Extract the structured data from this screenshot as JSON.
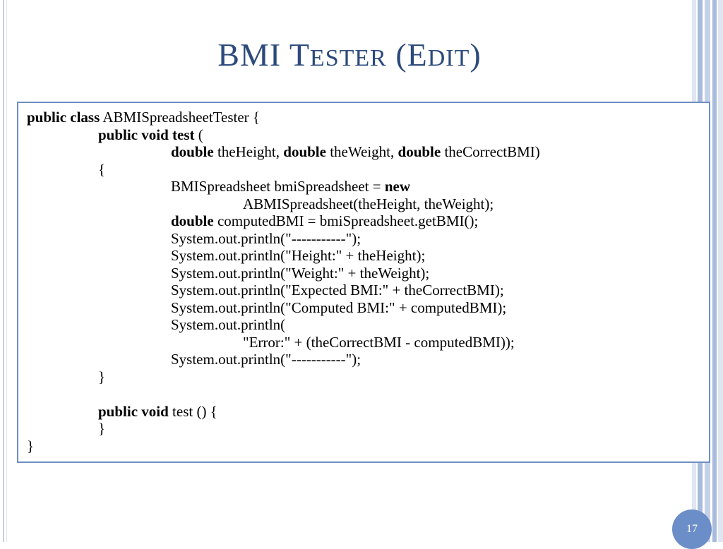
{
  "slide": {
    "title_parts": [
      "BMI T",
      "ESTER",
      " (E",
      "DIT",
      ")"
    ],
    "page_number": "17",
    "colors": {
      "title": "#2c4a7c",
      "border": "#6e8fc3",
      "badge": "#6b8dc8",
      "stripes": [
        "#c5d1e6",
        "#a9bbdc",
        "#dfe6f1"
      ]
    }
  },
  "code": {
    "lines": [
      {
        "indent": 0,
        "segments": [
          {
            "text": "public class",
            "bold": true
          },
          {
            "text": " ABMISpreadsheetTester {",
            "bold": false
          }
        ]
      },
      {
        "indent": 1,
        "segments": [
          {
            "text": "public void test",
            "bold": true
          },
          {
            "text": " (",
            "bold": false
          }
        ]
      },
      {
        "indent": 2,
        "segments": [
          {
            "text": "double",
            "bold": true
          },
          {
            "text": " theHeight, ",
            "bold": false
          },
          {
            "text": "double",
            "bold": true
          },
          {
            "text": " theWeight, ",
            "bold": false
          },
          {
            "text": "double",
            "bold": true
          },
          {
            "text": " theCorrectBMI)",
            "bold": false
          }
        ]
      },
      {
        "indent": 1,
        "segments": [
          {
            "text": "{",
            "bold": false
          }
        ]
      },
      {
        "indent": 2,
        "segments": [
          {
            "text": "BMISpreadsheet bmiSpreadsheet = ",
            "bold": false
          },
          {
            "text": "new",
            "bold": true
          }
        ]
      },
      {
        "indent": 3,
        "segments": [
          {
            "text": "ABMISpreadsheet(theHeight, theWeight);",
            "bold": false
          }
        ]
      },
      {
        "indent": 2,
        "segments": [
          {
            "text": "double",
            "bold": true
          },
          {
            "text": " computedBMI = bmiSpreadsheet.getBMI();",
            "bold": false
          }
        ]
      },
      {
        "indent": 2,
        "segments": [
          {
            "text": "System.out.println(\"-----------\");",
            "bold": false
          }
        ]
      },
      {
        "indent": 2,
        "segments": [
          {
            "text": "System.out.println(\"Height:\" + theHeight);",
            "bold": false
          }
        ]
      },
      {
        "indent": 2,
        "segments": [
          {
            "text": "System.out.println(\"Weight:\" + theWeight);",
            "bold": false
          }
        ]
      },
      {
        "indent": 2,
        "segments": [
          {
            "text": "System.out.println(\"Expected BMI:\" + theCorrectBMI);",
            "bold": false
          }
        ]
      },
      {
        "indent": 2,
        "segments": [
          {
            "text": "System.out.println(\"Computed BMI:\" + computedBMI);",
            "bold": false
          }
        ]
      },
      {
        "indent": 2,
        "segments": [
          {
            "text": "System.out.println(",
            "bold": false
          }
        ]
      },
      {
        "indent": 3,
        "segments": [
          {
            "text": "\"Error:\" + (theCorrectBMI - computedBMI));",
            "bold": false
          }
        ]
      },
      {
        "indent": 2,
        "segments": [
          {
            "text": "System.out.println(\"-----------\");",
            "bold": false
          }
        ]
      },
      {
        "indent": 1,
        "segments": [
          {
            "text": "}",
            "bold": false
          }
        ]
      },
      {
        "indent": 1,
        "segments": []
      },
      {
        "indent": 1,
        "segments": [
          {
            "text": "public void",
            "bold": true
          },
          {
            "text": " test () {",
            "bold": false
          }
        ]
      },
      {
        "indent": 1,
        "segments": [
          {
            "text": "}",
            "bold": false
          }
        ]
      },
      {
        "indent": 0,
        "segments": [
          {
            "text": "}",
            "bold": false
          }
        ]
      }
    ]
  }
}
